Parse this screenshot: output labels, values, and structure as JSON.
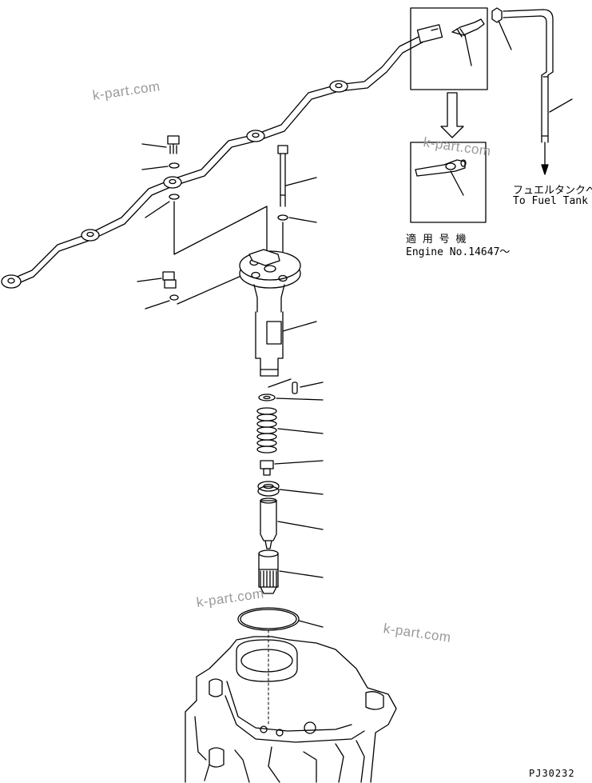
{
  "labels": {
    "fuel_tank_jp": "フュエルタンクへ",
    "fuel_tank_en": "To Fuel Tank",
    "applicable_jp": "適 用 号 機",
    "applicable_en": "Engine No.14647～",
    "drawing_code": "PJ30232"
  },
  "watermarks": [
    "k-part.com",
    "k-part.com",
    "k-part.com",
    "k-part.com"
  ]
}
